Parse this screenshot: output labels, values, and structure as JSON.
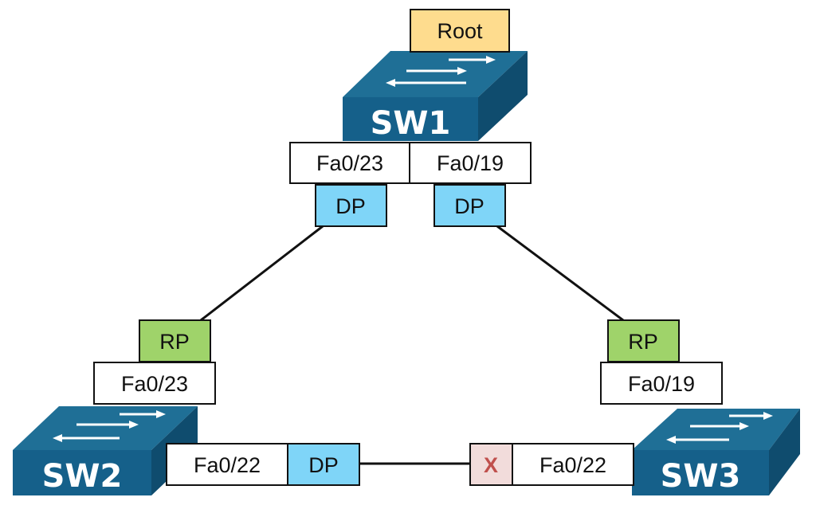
{
  "colors": {
    "switch_top": "#1f6f96",
    "switch_front": "#15608a",
    "switch_side": "#0f4c6e",
    "root_fill": "#fedc8e",
    "dp_fill": "#7fd5f8",
    "rp_fill": "#9fd36a",
    "blocked_fill": "#f2dcdb",
    "blocked_text": "#c0504d",
    "link": "#111111"
  },
  "root_label": "Root",
  "switches": [
    {
      "id": "sw1",
      "name": "SW1"
    },
    {
      "id": "sw2",
      "name": "SW2"
    },
    {
      "id": "sw3",
      "name": "SW3"
    }
  ],
  "interfaces": {
    "sw1_fa0_23": "Fa0/23",
    "sw1_fa0_19": "Fa0/19",
    "sw2_fa0_23": "Fa0/23",
    "sw2_fa0_22": "Fa0/22",
    "sw3_fa0_19": "Fa0/19",
    "sw3_fa0_22": "Fa0/22"
  },
  "port_roles": {
    "sw1_fa0_23": "DP",
    "sw1_fa0_19": "DP",
    "sw2_fa0_23": "RP",
    "sw2_fa0_22": "DP",
    "sw3_fa0_19": "RP",
    "sw3_fa0_22": "X"
  },
  "icons": {
    "switch": "switch-arrows-icon",
    "blocked": "blocked-x-icon"
  }
}
